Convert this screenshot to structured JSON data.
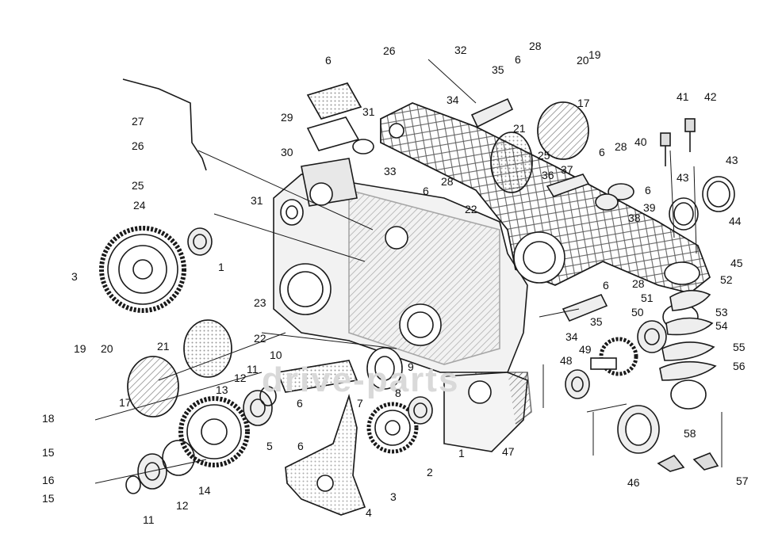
{
  "diagram": {
    "watermark": "drive-parts",
    "ink_color": "#1a1a1a",
    "paper_color": "#ffffff",
    "callouts": [
      {
        "id": "c1",
        "text": "26"
      },
      {
        "id": "c2",
        "text": "6"
      },
      {
        "id": "c3",
        "text": "32"
      },
      {
        "id": "c4",
        "text": "28"
      },
      {
        "id": "c5",
        "text": "6"
      },
      {
        "id": "c6",
        "text": "20"
      },
      {
        "id": "c7",
        "text": "19"
      },
      {
        "id": "c8",
        "text": "35"
      },
      {
        "id": "c9",
        "text": "17"
      },
      {
        "id": "c10",
        "text": "27"
      },
      {
        "id": "c11",
        "text": "29"
      },
      {
        "id": "c12",
        "text": "31"
      },
      {
        "id": "c13",
        "text": "34"
      },
      {
        "id": "c14",
        "text": "41"
      },
      {
        "id": "c15",
        "text": "42"
      },
      {
        "id": "c16",
        "text": "26"
      },
      {
        "id": "c17",
        "text": "30"
      },
      {
        "id": "c18",
        "text": "21"
      },
      {
        "id": "c19",
        "text": "25"
      },
      {
        "id": "c20",
        "text": "40"
      },
      {
        "id": "c21",
        "text": "6"
      },
      {
        "id": "c22",
        "text": "28"
      },
      {
        "id": "c23",
        "text": "43"
      },
      {
        "id": "c24",
        "text": "33"
      },
      {
        "id": "c25",
        "text": "28"
      },
      {
        "id": "c26",
        "text": "36"
      },
      {
        "id": "c27",
        "text": "37"
      },
      {
        "id": "c28",
        "text": "43"
      },
      {
        "id": "c29",
        "text": "25"
      },
      {
        "id": "c30",
        "text": "6"
      },
      {
        "id": "c31",
        "text": "6"
      },
      {
        "id": "c32",
        "text": "31"
      },
      {
        "id": "c33",
        "text": "22"
      },
      {
        "id": "c34",
        "text": "39"
      },
      {
        "id": "c35",
        "text": "38"
      },
      {
        "id": "c36",
        "text": "44"
      },
      {
        "id": "c37",
        "text": "24"
      },
      {
        "id": "c38",
        "text": "1"
      },
      {
        "id": "c39",
        "text": "45"
      },
      {
        "id": "c40",
        "text": "3"
      },
      {
        "id": "c41",
        "text": "52"
      },
      {
        "id": "c42",
        "text": "6"
      },
      {
        "id": "c43",
        "text": "28"
      },
      {
        "id": "c44",
        "text": "51"
      },
      {
        "id": "c45",
        "text": "23"
      },
      {
        "id": "c46",
        "text": "53"
      },
      {
        "id": "c47",
        "text": "50"
      },
      {
        "id": "c48",
        "text": "54"
      },
      {
        "id": "c49",
        "text": "35"
      },
      {
        "id": "c50",
        "text": "21"
      },
      {
        "id": "c51",
        "text": "34"
      },
      {
        "id": "c52",
        "text": "22"
      },
      {
        "id": "c53",
        "text": "55"
      },
      {
        "id": "c54",
        "text": "49"
      },
      {
        "id": "c55",
        "text": "19"
      },
      {
        "id": "c56",
        "text": "20"
      },
      {
        "id": "c57",
        "text": "10"
      },
      {
        "id": "c58",
        "text": "56"
      },
      {
        "id": "c59",
        "text": "48"
      },
      {
        "id": "c60",
        "text": "9"
      },
      {
        "id": "c61",
        "text": "12"
      },
      {
        "id": "c62",
        "text": "11"
      },
      {
        "id": "c63",
        "text": "13"
      },
      {
        "id": "c64",
        "text": "8"
      },
      {
        "id": "c65",
        "text": "17"
      },
      {
        "id": "c66",
        "text": "6"
      },
      {
        "id": "c67",
        "text": "7"
      },
      {
        "id": "c68",
        "text": "18"
      },
      {
        "id": "c69",
        "text": "58"
      },
      {
        "id": "c70",
        "text": "1"
      },
      {
        "id": "c71",
        "text": "5"
      },
      {
        "id": "c72",
        "text": "6"
      },
      {
        "id": "c73",
        "text": "47"
      },
      {
        "id": "c74",
        "text": "15"
      },
      {
        "id": "c75",
        "text": "2"
      },
      {
        "id": "c76",
        "text": "46"
      },
      {
        "id": "c77",
        "text": "57"
      },
      {
        "id": "c78",
        "text": "16"
      },
      {
        "id": "c79",
        "text": "14"
      },
      {
        "id": "c80",
        "text": "3"
      },
      {
        "id": "c81",
        "text": "12"
      },
      {
        "id": "c82",
        "text": "15"
      },
      {
        "id": "c83",
        "text": "4"
      },
      {
        "id": "c84",
        "text": "11"
      }
    ]
  }
}
